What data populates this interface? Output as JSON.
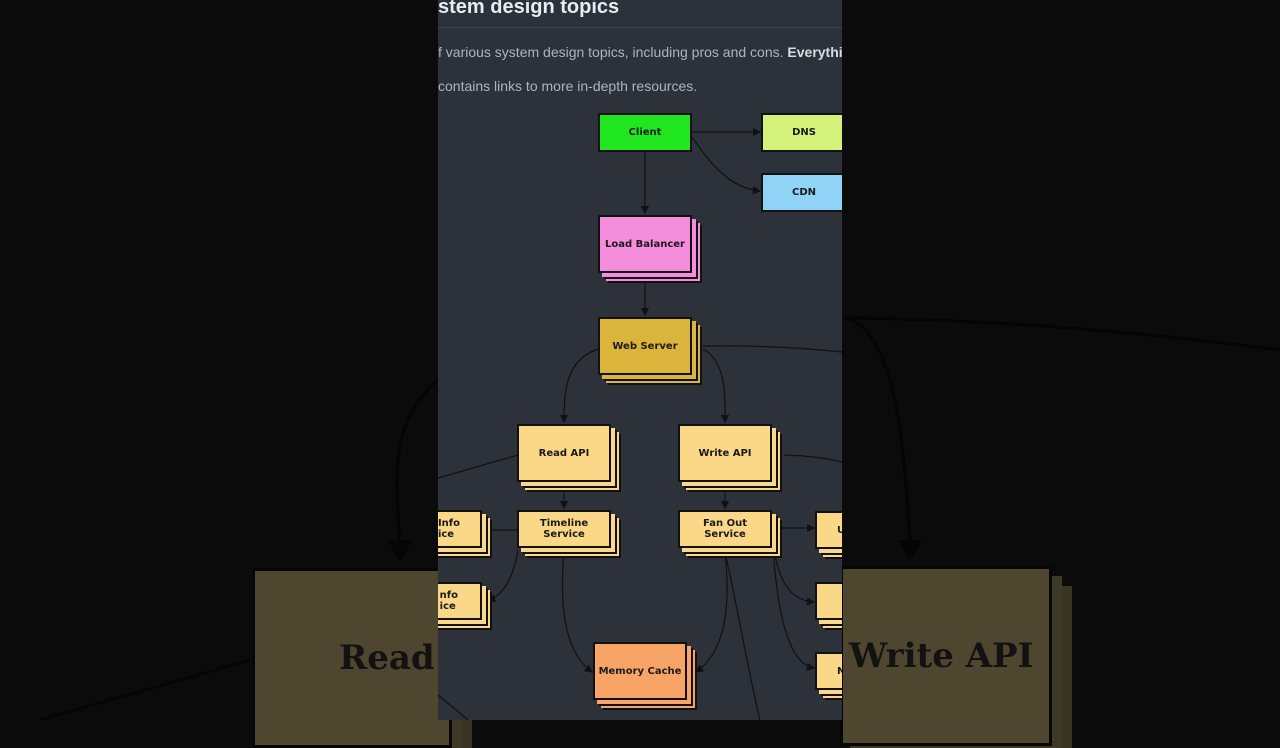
{
  "page": {
    "heading": "stem design topics",
    "paragraph_line1": "f various system design topics, including pros and cons.",
    "paragraph_line1_bold": "Everythin",
    "paragraph_line2": "contains links to more in-depth resources."
  },
  "diagram": {
    "nodes": {
      "client": "Client",
      "dns": "DNS",
      "cdn": "CDN",
      "load_balancer": "Load Balancer",
      "web_server": "Web Server",
      "read_api": "Read API",
      "write_api": "Write API",
      "user_info_service_partial": "Info\nice",
      "tweet_info_service_partial": "nfo\nice",
      "timeline_service": "Timeline\nService",
      "fan_out_service": "Fan Out\nService",
      "memory_cache": "Memory Cache",
      "right_partial_1": "U",
      "right_partial_3": "N"
    },
    "colors": {
      "client": "#20e620",
      "dns": "#d4f27a",
      "cdn": "#8fd3f7",
      "load_balancer": "#f48ddc",
      "web_server": "#dbb43c",
      "service": "#fbd788",
      "memory_cache": "#f7a466",
      "panel_bg": "#2d3139"
    }
  },
  "backdrop": {
    "left_label": "Read AP",
    "right_label": "Write API"
  }
}
